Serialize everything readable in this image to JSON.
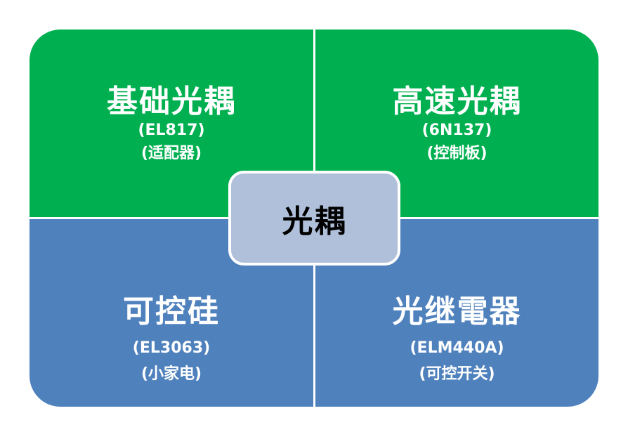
{
  "center": {
    "label": "光耦"
  },
  "quadrants": {
    "top_left": {
      "title": "基础光耦",
      "line1": "(EL817)",
      "line2": "(适配器)"
    },
    "top_right": {
      "title": "高速光耦",
      "line1": "(6N137)",
      "line2": "(控制板)"
    },
    "bottom_left": {
      "title": "可控硅",
      "line1": "(EL3063)",
      "line2": "(小家电)"
    },
    "bottom_right": {
      "title": "光继電器",
      "line1": "(ELM440A)",
      "line2": "(可控开关)"
    }
  },
  "colors": {
    "green": "#00b050",
    "blue": "#4f81bd",
    "center": "#b0c0da"
  }
}
